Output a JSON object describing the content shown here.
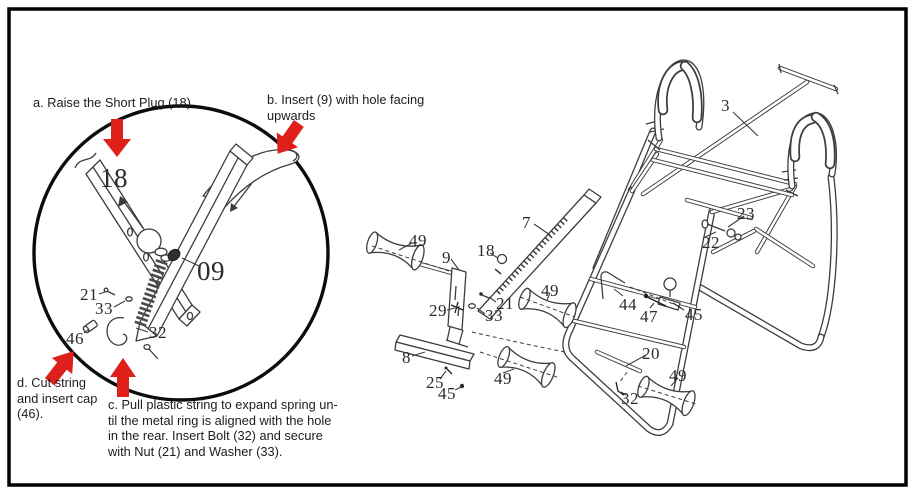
{
  "figure": {
    "type": "assembly-instruction-diagram",
    "subject": "inversion table leg/foot assembly steps"
  },
  "colors": {
    "background": "#ffffff",
    "border": "#000000",
    "line_art": "#3d3d3d",
    "arrow_red": "#df1f1a",
    "text": "#1d1d1d"
  },
  "annotations": {
    "a": {
      "lines": [
        "a. Raise the Short Plug (18)"
      ]
    },
    "b": {
      "lines": [
        "b. Insert (9) with hole facing",
        "upwards"
      ]
    },
    "c": {
      "lines": [
        "c. Pull plastic string to expand spring un-",
        "til the metal ring is aligned with the hole",
        "in the rear. Insert Bolt (32) and secure",
        "with Nut (21) and Washer (33)."
      ]
    },
    "d": {
      "lines": [
        "d. Cut string",
        "and insert cap",
        "(46)."
      ]
    }
  },
  "detail_circle": {
    "labels": [
      {
        "text": "18"
      },
      {
        "text": "09"
      },
      {
        "text": "21"
      },
      {
        "text": "33"
      },
      {
        "text": "46"
      },
      {
        "text": "32"
      }
    ]
  },
  "exploded_view": {
    "labels": [
      {
        "text": "3"
      },
      {
        "text": "7"
      },
      {
        "text": "23"
      },
      {
        "text": "22"
      },
      {
        "text": "49"
      },
      {
        "text": "9"
      },
      {
        "text": "18"
      },
      {
        "text": "29"
      },
      {
        "text": "21"
      },
      {
        "text": "33"
      },
      {
        "text": "49"
      },
      {
        "text": "44"
      },
      {
        "text": "47"
      },
      {
        "text": "45"
      },
      {
        "text": "8"
      },
      {
        "text": "25"
      },
      {
        "text": "45"
      },
      {
        "text": "49"
      },
      {
        "text": "20"
      },
      {
        "text": "32"
      },
      {
        "text": "49"
      }
    ]
  }
}
